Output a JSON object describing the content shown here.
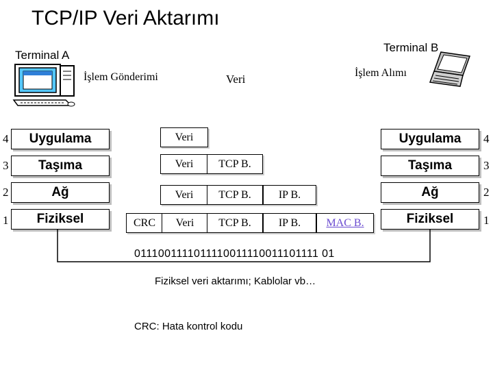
{
  "title": "TCP/IP Veri Aktarımı",
  "terminal_a": {
    "label": "Terminal A",
    "process": "İşlem Gönderimi"
  },
  "terminal_b": {
    "label": "Terminal B",
    "process": "İşlem Alımı"
  },
  "top_data": "Veri",
  "left_layers": [
    {
      "num": "4",
      "name": "Uygulama"
    },
    {
      "num": "3",
      "name": "Taşıma"
    },
    {
      "num": "2",
      "name": "Ağ"
    },
    {
      "num": "1",
      "name": "Fiziksel"
    }
  ],
  "right_layers": [
    {
      "num": "4",
      "name": "Uygulama"
    },
    {
      "num": "3",
      "name": "Taşıma"
    },
    {
      "num": "2",
      "name": "Ağ"
    },
    {
      "num": "1",
      "name": "Fiziksel"
    }
  ],
  "packets": {
    "row4": {
      "veri": "Veri"
    },
    "row3": {
      "veri": "Veri",
      "tcp": "TCP B."
    },
    "row2": {
      "veri": "Veri",
      "tcp": "TCP B.",
      "ip": "IP B."
    },
    "row1": {
      "crc": "CRC",
      "veri": "Veri",
      "tcp": "TCP B.",
      "ip": "IP B.",
      "mac": "MAC B."
    }
  },
  "bitstream": "0111001111011110011110011101111 01",
  "transfer_caption": "Fiziksel veri aktarımı; Kablolar vb…",
  "crc_note": "CRC: Hata kontrol kodu",
  "icons": {
    "terminal_a": "desktop-computer-icon",
    "terminal_b": "laptop-icon"
  }
}
